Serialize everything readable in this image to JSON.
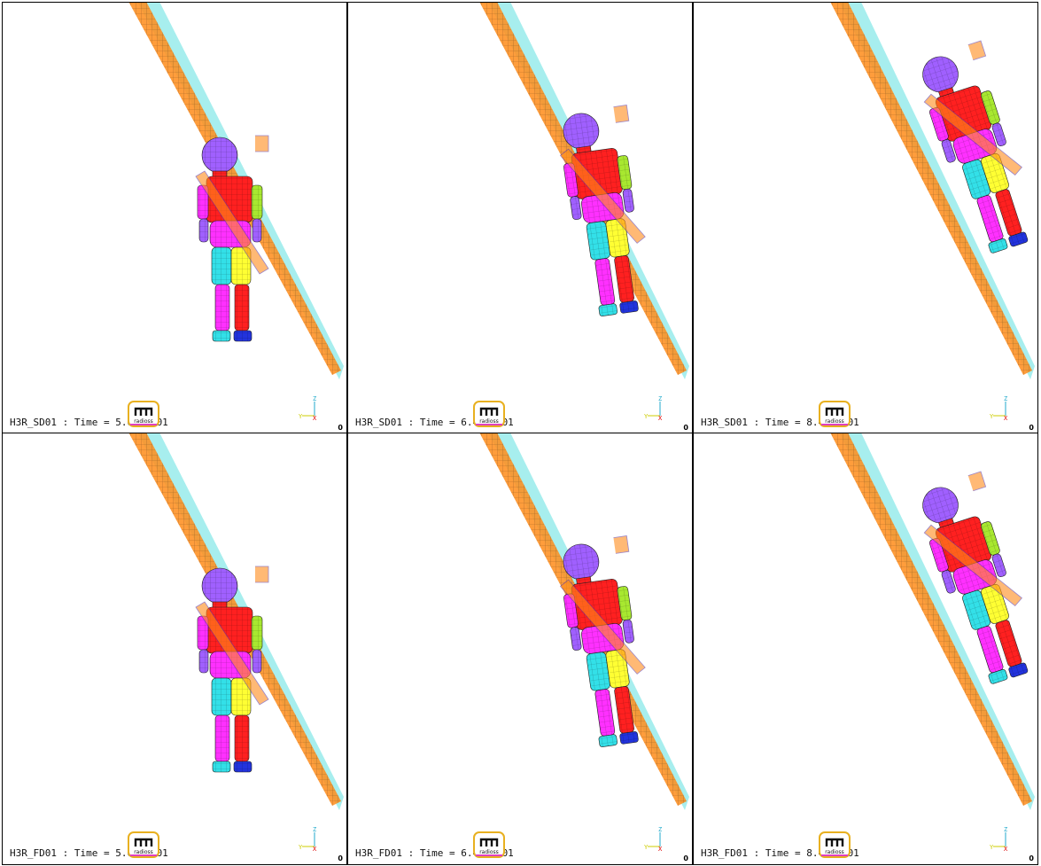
{
  "panels": [
    {
      "caption": "H3R_SD01 : Time = 5.600e+01",
      "pose": "upright",
      "shift": 0
    },
    {
      "caption": "H3R_SD01 : Time = 6.400e+01",
      "pose": "lean",
      "shift": 1
    },
    {
      "caption": "H3R_SD01 : Time = 8.400e+01",
      "pose": "far",
      "shift": 2
    },
    {
      "caption": "H3R_FD01 : Time = 5.600e+01",
      "pose": "upright",
      "shift": 0
    },
    {
      "caption": "H3R_FD01 : Time = 6.400e+01",
      "pose": "lean",
      "shift": 1
    },
    {
      "caption": "H3R_FD01 : Time = 8.400e+01",
      "pose": "far",
      "shift": 2
    }
  ],
  "logo_text": "radioss",
  "triad": {
    "z": "Z",
    "y": "Y",
    "x": "X"
  },
  "origin_label": "0",
  "colors": {
    "belt_orange": "#ff8c1a",
    "belt_cyan": "#5fe0e0",
    "red": "#ff2020",
    "magenta": "#ff30ff",
    "yellow": "#ffff33",
    "cyan": "#33e0e8",
    "blue": "#2233dd",
    "purple": "#a060ff",
    "lime": "#a8e830"
  }
}
